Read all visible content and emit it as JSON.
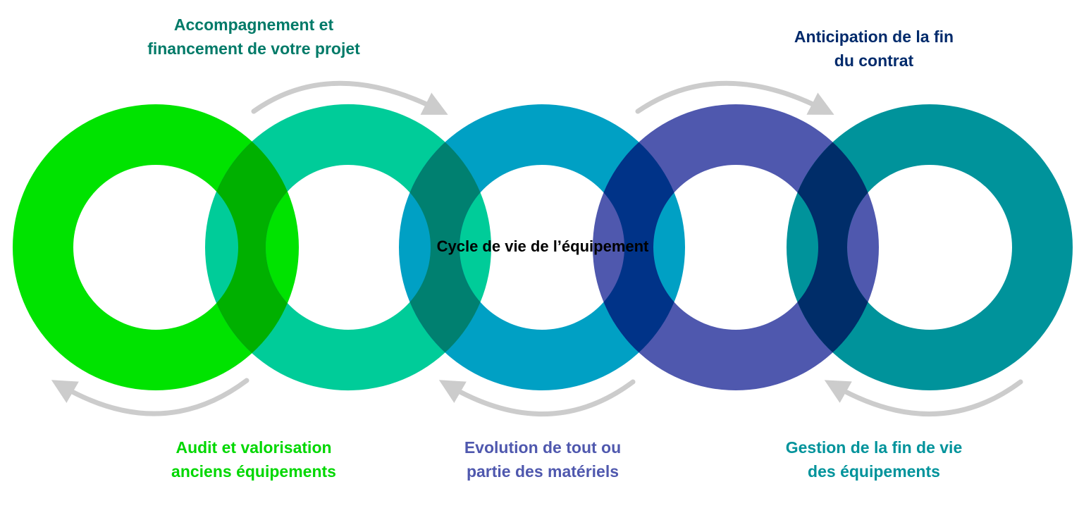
{
  "center_title": "Cycle de vie de l’équipement",
  "steps": [
    {
      "lines": [
        "Accompagnement et",
        "financement de votre projet"
      ],
      "color": "#007a68"
    },
    {
      "lines": [
        "Anticipation de la fin",
        "du contrat"
      ],
      "color": "#002a6b"
    },
    {
      "lines": [
        "Gestion de la fin de vie",
        "des équipements"
      ],
      "color": "#00939b"
    },
    {
      "lines": [
        "Evolution de tout ou",
        "partie des matériels"
      ],
      "color": "#4f58ae"
    },
    {
      "lines": [
        "Audit et valorisation",
        "anciens équipements"
      ],
      "color": "#00d700"
    }
  ],
  "rings": [
    {
      "color": "#00e300"
    },
    {
      "color": "#00cc99"
    },
    {
      "color": "#00a0c4"
    },
    {
      "color": "#4f58ae"
    },
    {
      "color": "#00939b"
    }
  ],
  "overlaps": [
    {
      "color": "#00b000"
    },
    {
      "color": "#008070"
    },
    {
      "color": "#003388"
    },
    {
      "color": "#002d69"
    }
  ],
  "arrow_color": "#cccccc"
}
